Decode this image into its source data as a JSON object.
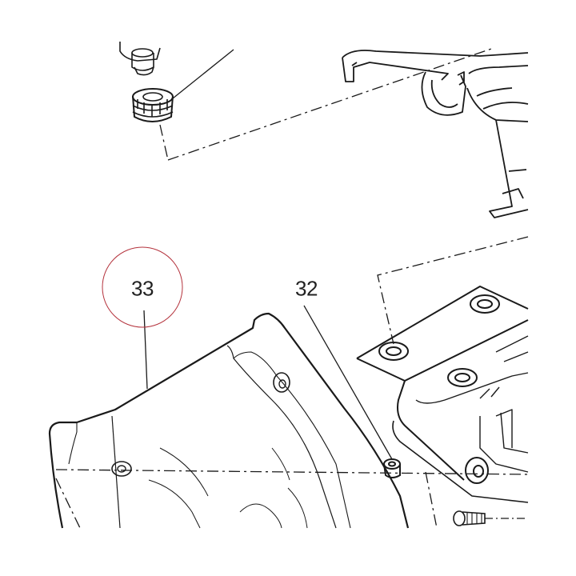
{
  "callouts": [
    {
      "id": "33",
      "text": "33",
      "highlighted": true
    },
    {
      "id": "32",
      "text": "32",
      "highlighted": false
    }
  ],
  "colors": {
    "line": "#1a1a1a",
    "highlight_circle": "#b4323c",
    "background": "#ffffff"
  },
  "parts": [
    {
      "ref": "33",
      "icon": "cover-panel-icon"
    },
    {
      "ref": "32",
      "icon": "grommet-icon"
    },
    {
      "ref": "",
      "icon": "bracket-frame-icon"
    },
    {
      "ref": "",
      "icon": "nut-icon"
    },
    {
      "ref": "",
      "icon": "handle-assembly-icon"
    },
    {
      "ref": "",
      "icon": "screw-icon"
    }
  ]
}
